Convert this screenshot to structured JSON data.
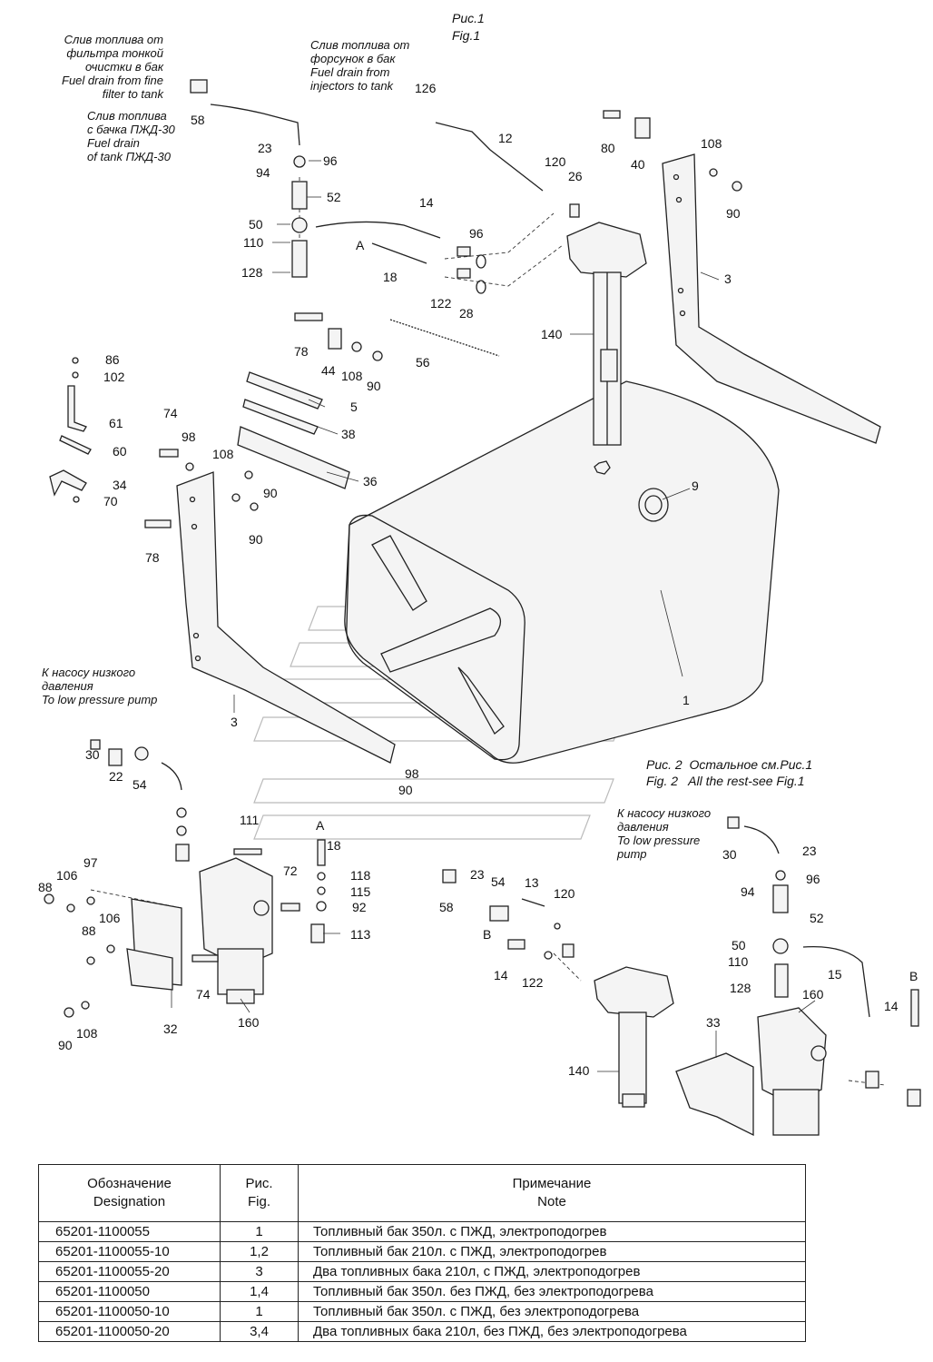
{
  "figure": {
    "fig1_title_ru": "Рис.1",
    "fig1_title_en": "Fig.1",
    "fig2_title_ru": "Рис. 2  Остальное см.Рис.1",
    "fig2_title_en": "Fig. 2   All the rest-see Fig.1"
  },
  "captions": {
    "fine_filter": "Слив топлива от\nфильтра тонкой\nочистки в бак\nFuel drain from fine\nfilter to tank",
    "pzhd_tank": "Слив топлива\nс бачка ПЖД-30\nFuel drain\nof tank ПЖД-30",
    "injectors": "Слив топлива от\nфорсунок в бак\nFuel drain from\ninjectors to tank",
    "low_pressure_1": "К насосу низкого\nдавления\nTo low pressure pump",
    "low_pressure_2": "К насосу низкого\nдавления\nTo low pressure\npump"
  },
  "callouts": [
    "1",
    "3",
    "5",
    "9",
    "12",
    "13",
    "14",
    "15",
    "18",
    "22",
    "23",
    "26",
    "28",
    "30",
    "32",
    "33",
    "34",
    "36",
    "38",
    "40",
    "44",
    "50",
    "52",
    "54",
    "56",
    "58",
    "60",
    "61",
    "70",
    "72",
    "74",
    "78",
    "80",
    "86",
    "88",
    "90",
    "92",
    "94",
    "96",
    "97",
    "98",
    "102",
    "106",
    "108",
    "110",
    "111",
    "113",
    "115",
    "118",
    "120",
    "122",
    "126",
    "128",
    "140",
    "160",
    "A",
    "B"
  ],
  "table": {
    "header": {
      "designation": "Обозначение\nDesignation",
      "fig": "Рис.\nFig.",
      "note": "Примечание\nNote"
    },
    "rows": [
      {
        "designation": "65201-1100055",
        "fig": "1",
        "note": "Топливный бак 350л. с ПЖД, электроподогрев"
      },
      {
        "designation": "65201-1100055-10",
        "fig": "1,2",
        "note": "Топливный бак 210л. с ПЖД,  электроподогрев"
      },
      {
        "designation": "65201-1100055-20",
        "fig": "3",
        "note": "Два топливных бака 210л, с ПЖД, электроподогрев"
      },
      {
        "designation": "65201-1100050",
        "fig": "1,4",
        "note": "Топливный бак 350л. без ПЖД, без электроподогрева"
      },
      {
        "designation": "65201-1100050-10",
        "fig": "1",
        "note": "Топливный бак 350л. с ПЖД, без электроподогрева"
      },
      {
        "designation": "65201-1100050-20",
        "fig": "3,4",
        "note": "Два топливных бака 210л, без ПЖД, без электроподогрева"
      }
    ]
  }
}
